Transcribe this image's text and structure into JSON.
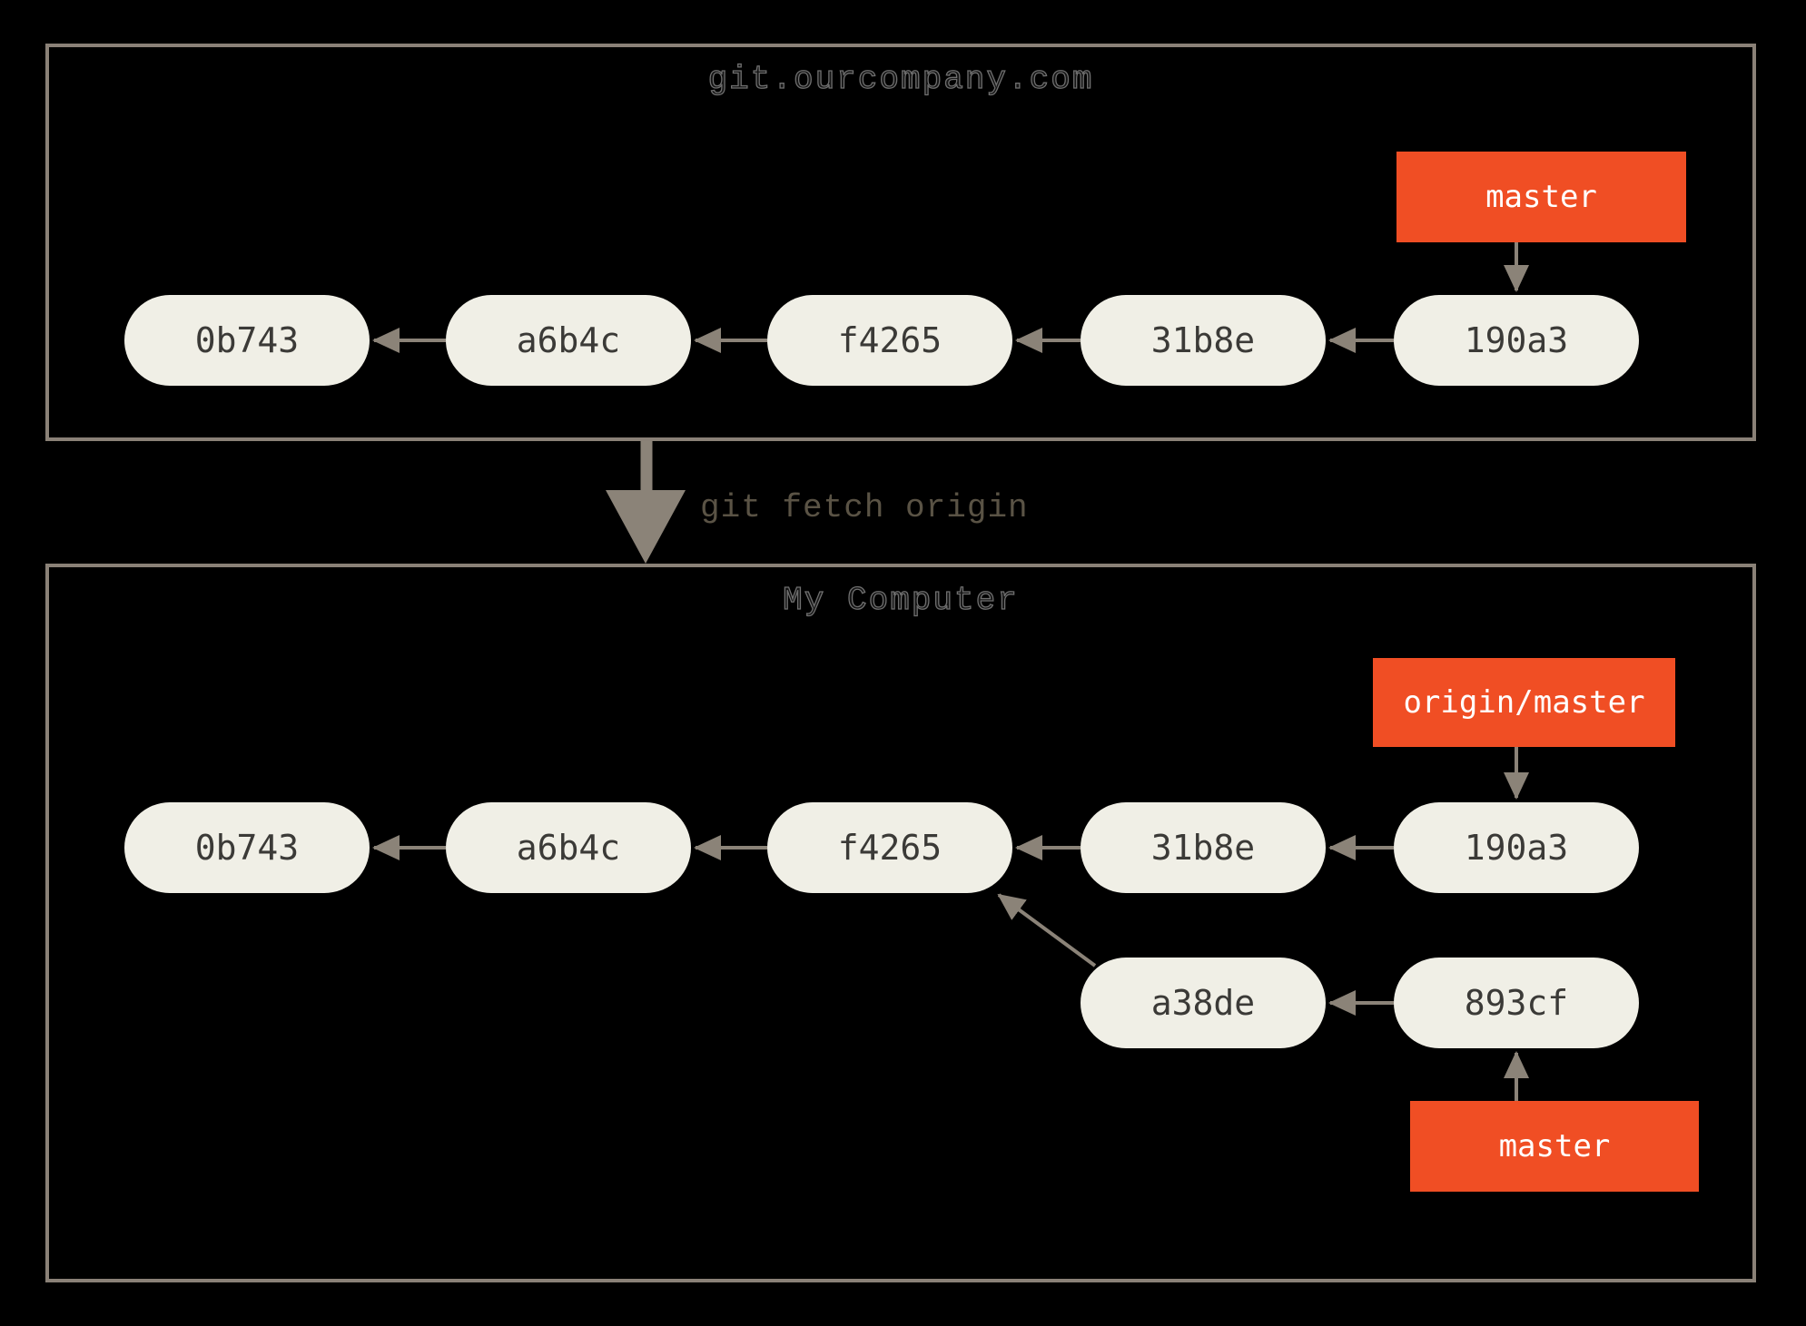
{
  "colors": {
    "background": "#000000",
    "box_border": "#8a8177",
    "node_fill": "#f0efe6",
    "node_text": "#3b3a37",
    "arrow": "#8b8378",
    "branch_label_bg": "#f04e24",
    "branch_label_text": "#ffffff",
    "command_text": "#5a5345"
  },
  "remote_box": {
    "title": "git.ourcompany.com",
    "branch_label": "master",
    "commits": [
      "0b743",
      "a6b4c",
      "f4265",
      "31b8e",
      "190a3"
    ]
  },
  "fetch_arrow": {
    "command": "git fetch origin"
  },
  "local_box": {
    "title": "My Computer",
    "remote_tracking_label": "origin/master",
    "branch_label": "master",
    "main_commits": [
      "0b743",
      "a6b4c",
      "f4265",
      "31b8e",
      "190a3"
    ],
    "local_commits": [
      "a38de",
      "893cf"
    ]
  }
}
